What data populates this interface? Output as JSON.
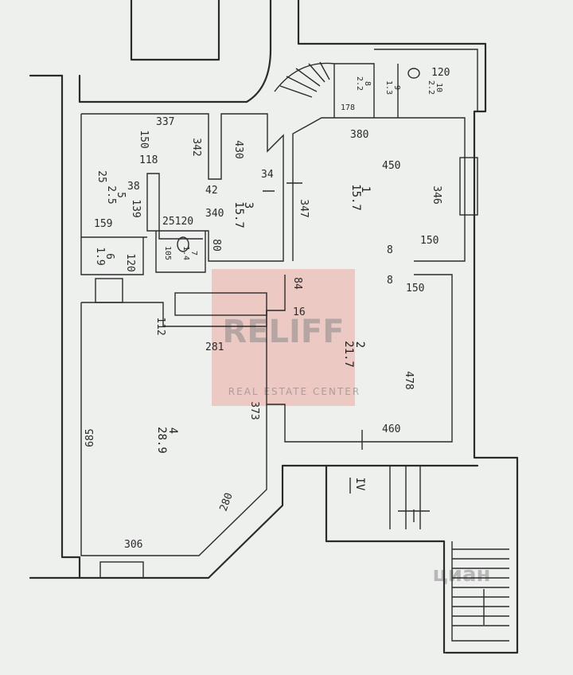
{
  "watermark": {
    "brand": "RELIFF",
    "tagline": "REAL ESTATE CENTER",
    "corner_mark": "циан",
    "brand_color": "#e8786b"
  },
  "rooms": [
    {
      "number": "1",
      "area": "15.7"
    },
    {
      "number": "2",
      "area": "21.7"
    },
    {
      "number": "3",
      "area": "15.7"
    },
    {
      "number": "4",
      "area": "28.9"
    },
    {
      "number": "5",
      "area": "2.5"
    },
    {
      "number": "6",
      "area": "1.9"
    },
    {
      "number": "7",
      "area": "1.4"
    },
    {
      "number": "8",
      "area": "2.2"
    },
    {
      "number": "9",
      "area": "1.3"
    },
    {
      "number": "10",
      "area": "2.2"
    }
  ],
  "stair_label": "IV",
  "dimensions": {
    "d337": "337",
    "d150a": "150",
    "d118": "118",
    "d342": "342",
    "d430": "430",
    "d38": "38",
    "d139": "139",
    "d25a": "25",
    "d42": "42",
    "d340": "340",
    "d25120": "25120",
    "d159": "159",
    "d105": "105",
    "d80": "80",
    "d120a": "120",
    "d34": "34",
    "d347": "347",
    "d450": "450",
    "d346": "346",
    "d380": "380",
    "d178": "178",
    "d120b": "120",
    "d150b": "150",
    "d150c": "150",
    "d8a": "8",
    "d8b": "8",
    "d84": "84",
    "d16": "16",
    "d281": "281",
    "d478": "478",
    "d373": "373",
    "d460": "460",
    "d685": "685",
    "d280": "280",
    "d306": "306",
    "d112": "112"
  }
}
